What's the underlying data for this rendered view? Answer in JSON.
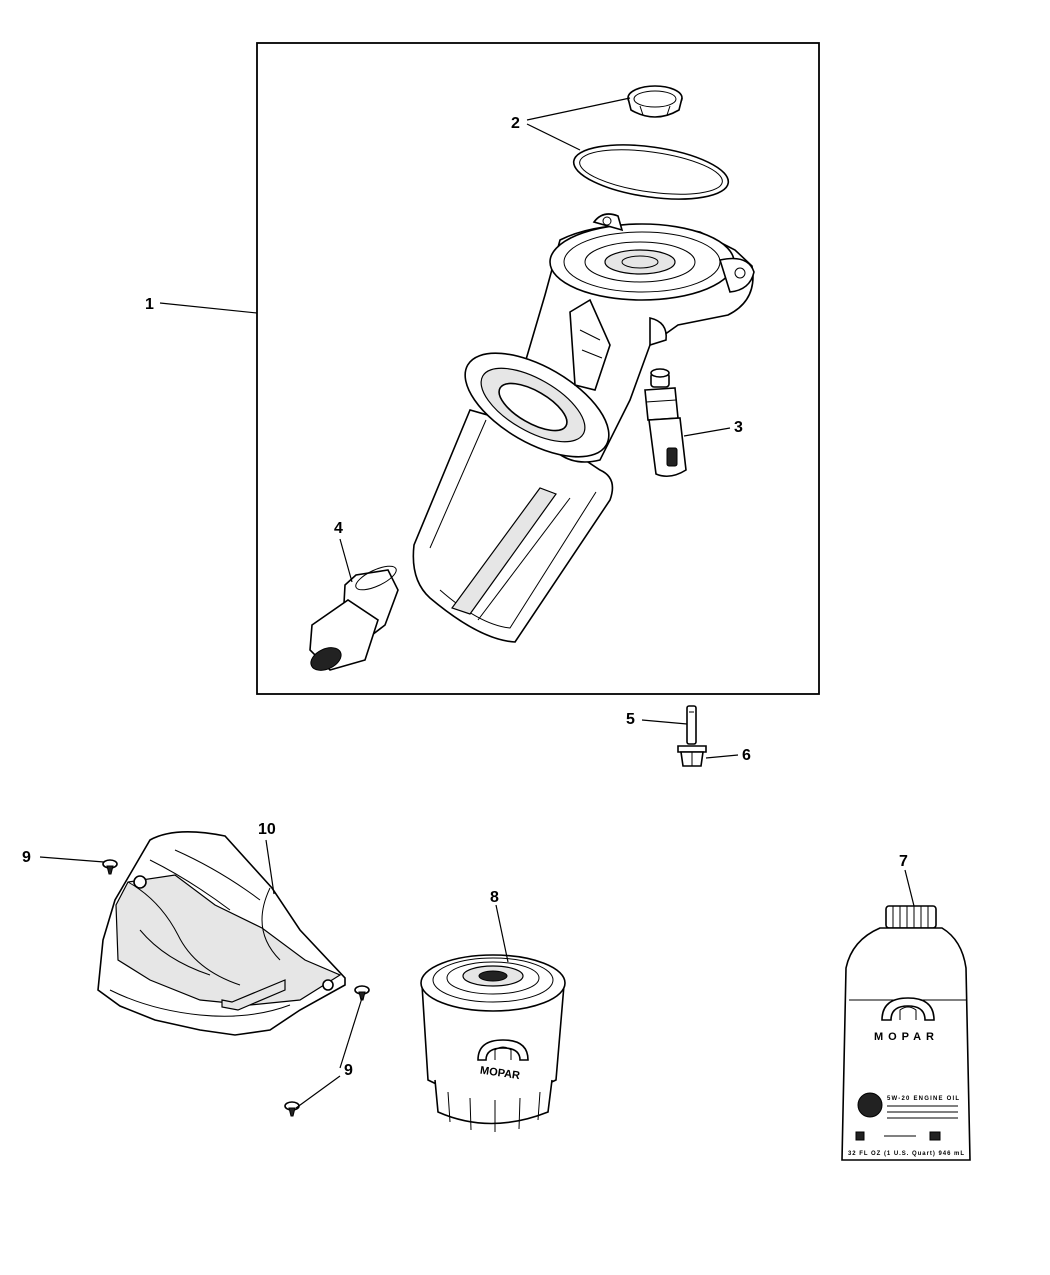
{
  "callouts": {
    "c1": "1",
    "c2": "2",
    "c3": "3",
    "c4": "4",
    "c5": "5",
    "c6": "6",
    "c7": "7",
    "c8": "8",
    "c9a": "9",
    "c9b": "9",
    "c10": "10"
  },
  "filter_label": {
    "brand": "MOPAR"
  },
  "bottle_label": {
    "brand": "MOPAR",
    "title_line": "5W-20 ENGINE OIL",
    "volume_line": "32 FL OZ (1 U.S. Quart) 946 mL"
  },
  "colors": {
    "stroke": "#000000",
    "fill": "#ffffff",
    "shade": "#e6e6e6"
  }
}
